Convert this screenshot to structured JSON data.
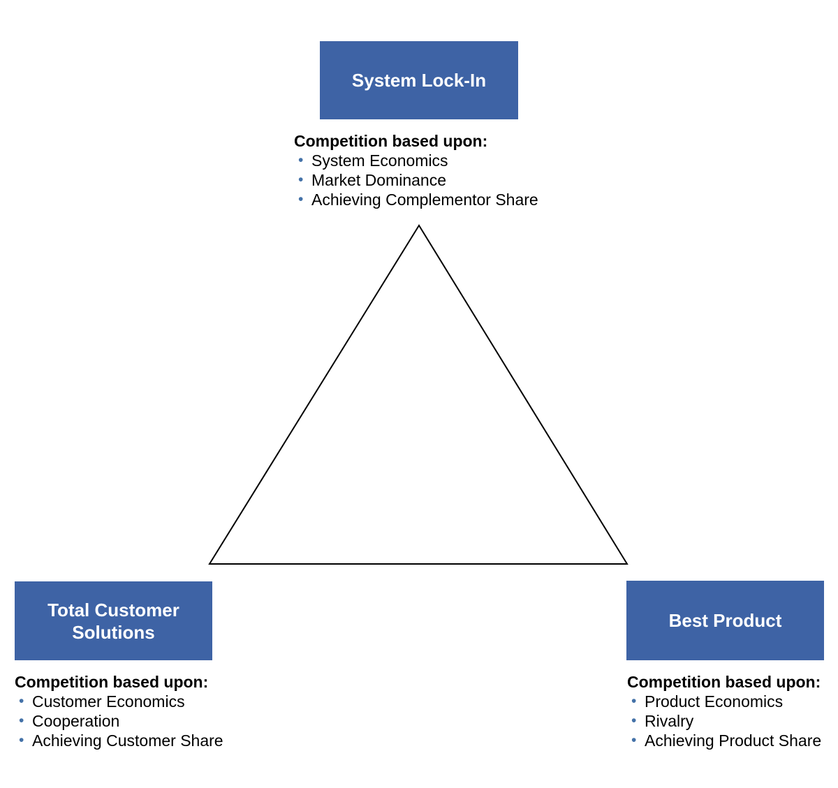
{
  "bullet_glyph": "•",
  "colors": {
    "box_fill": "#3E63A5",
    "box_text": "#FFFFFF",
    "bullet": "#4472A8",
    "outline": "#000000"
  },
  "vertices": {
    "top": {
      "title": "System Lock-In",
      "heading": "Competition based upon:",
      "bullets": [
        "System Economics",
        "Market Dominance",
        "Achieving Complementor Share"
      ]
    },
    "bottom_left": {
      "title": "Total Customer Solutions",
      "heading": "Competition based upon:",
      "bullets": [
        "Customer Economics",
        "Cooperation",
        "Achieving Customer Share"
      ]
    },
    "bottom_right": {
      "title": "Best Product",
      "heading": "Competition based upon:",
      "bullets": [
        "Product Economics",
        "Rivalry",
        "Achieving Product Share"
      ]
    }
  }
}
